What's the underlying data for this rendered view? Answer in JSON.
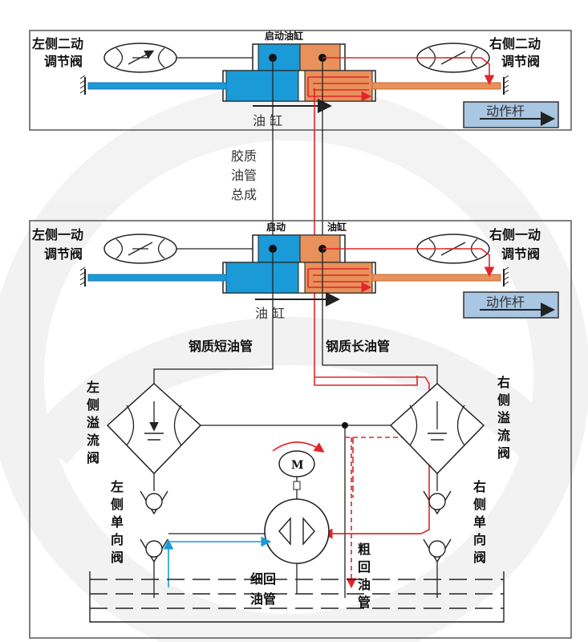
{
  "colors": {
    "blue": "#1a9ad6",
    "blue_dark": "#1577b8",
    "orange": "#e8915a",
    "red": "#e0262a",
    "line": "#222222",
    "rod_panel": "#a9c6e2"
  },
  "labels": {
    "top_left_valve": [
      "左侧二动",
      "调节阀"
    ],
    "top_right_valve": [
      "右侧二动",
      "调节阀"
    ],
    "top_cylinder_title": "启动油缸",
    "top_cylinder_bottom": "油  缸",
    "top_rod": "动作杆",
    "hose": [
      "胶质",
      "油管",
      "总成"
    ],
    "bottom_left_valve": [
      "左侧一动",
      "调节阀"
    ],
    "bottom_right_valve": [
      "右侧一动",
      "调节阀"
    ],
    "bottom_cyl_start": "启动",
    "bottom_cyl_tank": "油缸",
    "bottom_cylinder_bottom": "油  缸",
    "bottom_rod": "动作杆",
    "short_pipe": "钢质短油管",
    "long_pipe": "钢质长油管",
    "left_overflow": [
      "左",
      "侧",
      "溢",
      "流",
      "阀"
    ],
    "right_overflow": [
      "右",
      "侧",
      "溢",
      "流",
      "阀"
    ],
    "left_check": [
      "左",
      "侧",
      "单",
      "向",
      "阀"
    ],
    "right_check": [
      "右",
      "侧",
      "单",
      "向",
      "阀"
    ],
    "motor": "M",
    "thin_return": [
      "细回",
      "油管"
    ],
    "thick_return": [
      "粗",
      "回",
      "油",
      "管"
    ]
  }
}
